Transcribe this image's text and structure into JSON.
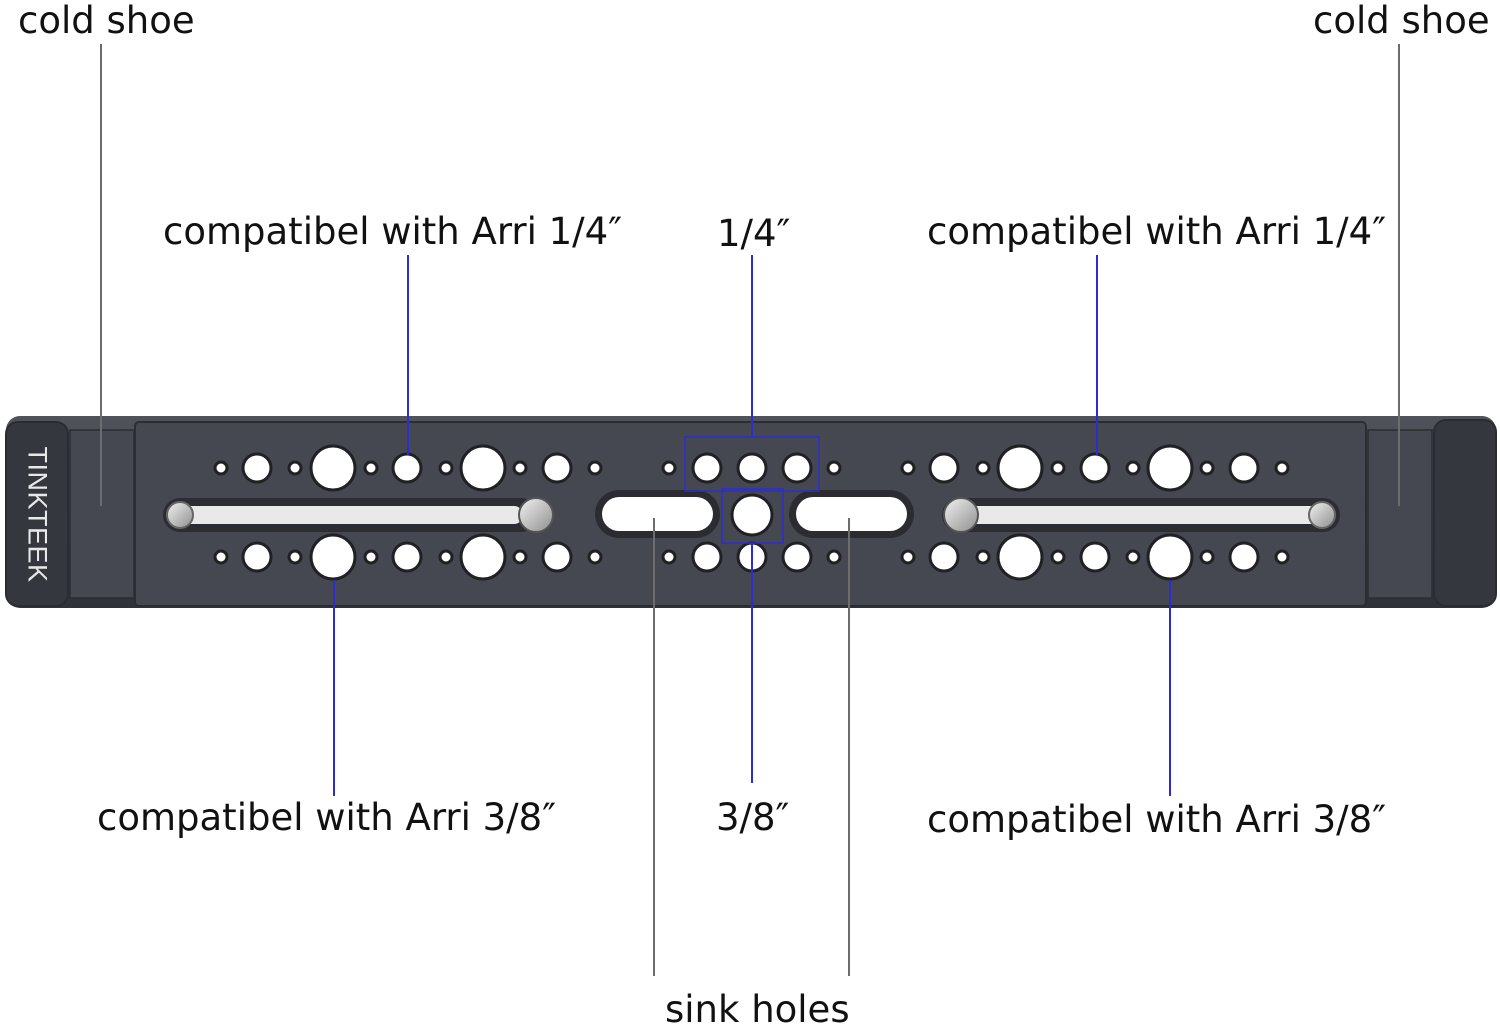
{
  "diagram": {
    "labels": {
      "cold_shoe_left": "cold shoe",
      "cold_shoe_right": "cold shoe",
      "arri_quarter_left": "compatibel with Arri 1/4″",
      "quarter_center": "1/4″",
      "arri_quarter_right": "compatibel with Arri 1/4″",
      "arri_three_eighths_left": "compatibel with Arri 3/8″",
      "three_eighths_center": "3/8″",
      "arri_three_eighths_right": "compatibel with Arri 3/8″",
      "sink_holes": "sink holes"
    },
    "product": {
      "brand": "TINKTEEK"
    },
    "colors": {
      "plate_body": "#3b3e45",
      "plate_top": "#4a4d55",
      "holes": "#ffffff",
      "leader_gray": "#6d6d6d",
      "leader_blue": "#2c2ccf"
    }
  }
}
